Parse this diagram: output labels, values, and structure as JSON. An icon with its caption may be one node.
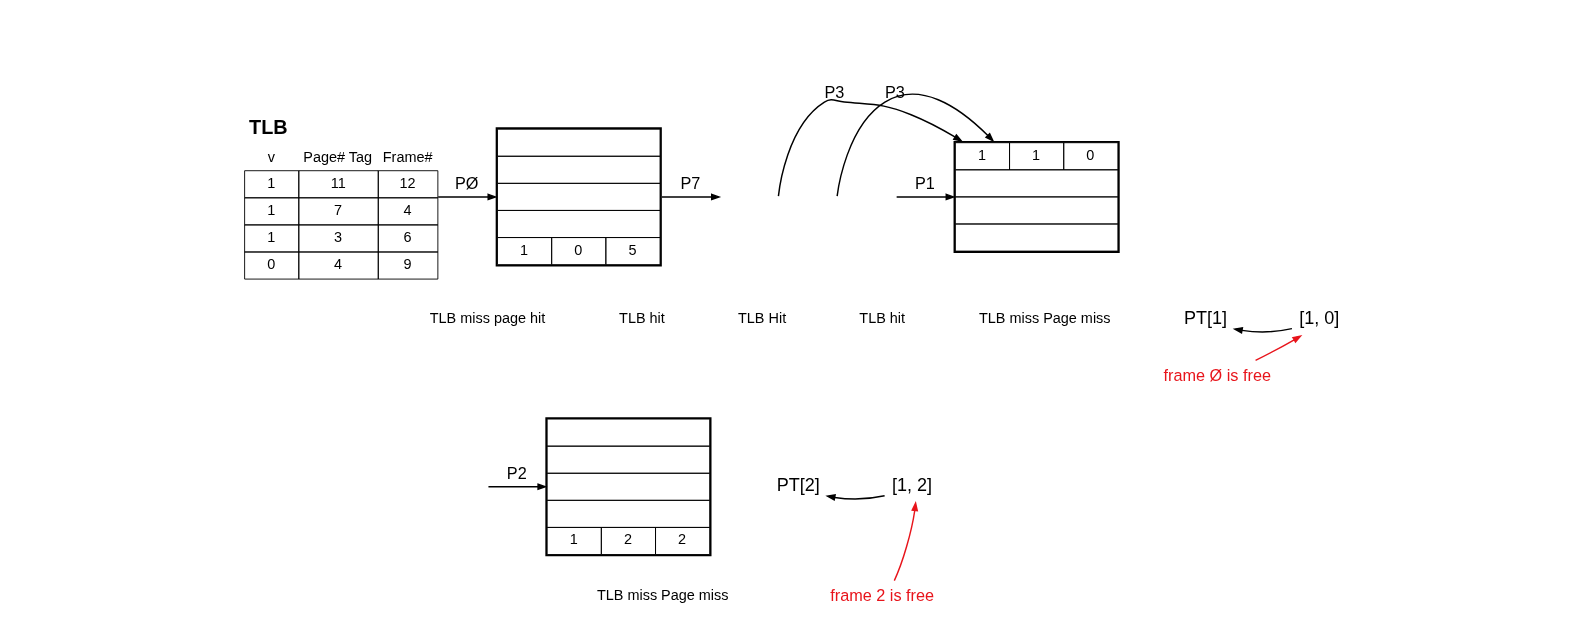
{
  "diagram": {
    "nodes": [
      {
        "text": [
          "TLB",
          "v",
          "Page# Tag",
          "Frame#",
          "1",
          "11",
          "12",
          "1",
          "7",
          "4",
          "1",
          "3",
          "6",
          "0",
          "4",
          "9"
        ]
      },
      {
        "text": [
          "1",
          "0",
          "5"
        ]
      },
      {
        "text": [
          "1",
          "1",
          "0"
        ]
      },
      {
        "text": [
          "PT[1]"
        ]
      },
      {
        "text": [
          "[1, 0]"
        ]
      },
      {
        "text": [
          "frame Ø is free"
        ]
      },
      {
        "text": [
          "1",
          "2",
          "2"
        ]
      },
      {
        "text": [
          "PT[2]"
        ]
      },
      {
        "text": [
          "[1, 2]"
        ]
      },
      {
        "text": [
          "frame 2 is free"
        ]
      }
    ],
    "edges": [
      {
        "from": 0,
        "to": 1,
        "arrow": "to",
        "label": "PØ"
      },
      {
        "from": 1,
        "to": null,
        "arrow": "to",
        "label": "P7"
      },
      {
        "from": null,
        "to": 2,
        "arrow": "to",
        "label": "P3"
      },
      {
        "from": null,
        "to": 2,
        "arrow": "to",
        "label": "P3"
      },
      {
        "from": null,
        "to": 2,
        "arrow": "to",
        "label": "P1"
      },
      {
        "from": 4,
        "to": 3,
        "arrow": "to"
      },
      {
        "from": 5,
        "to": 4,
        "arrow": "to",
        "color": "#e8141b"
      },
      {
        "from": null,
        "to": 6,
        "arrow": "to",
        "label": "P2"
      },
      {
        "from": 8,
        "to": 7,
        "arrow": "to"
      },
      {
        "from": 9,
        "to": 8,
        "arrow": "to",
        "color": "#e8141b"
      }
    ],
    "labels": [
      "TLB miss page hit",
      "TLB hit",
      "TLB Hit",
      "TLB hit",
      "TLB miss Page miss",
      "TLB miss Page miss"
    ]
  }
}
